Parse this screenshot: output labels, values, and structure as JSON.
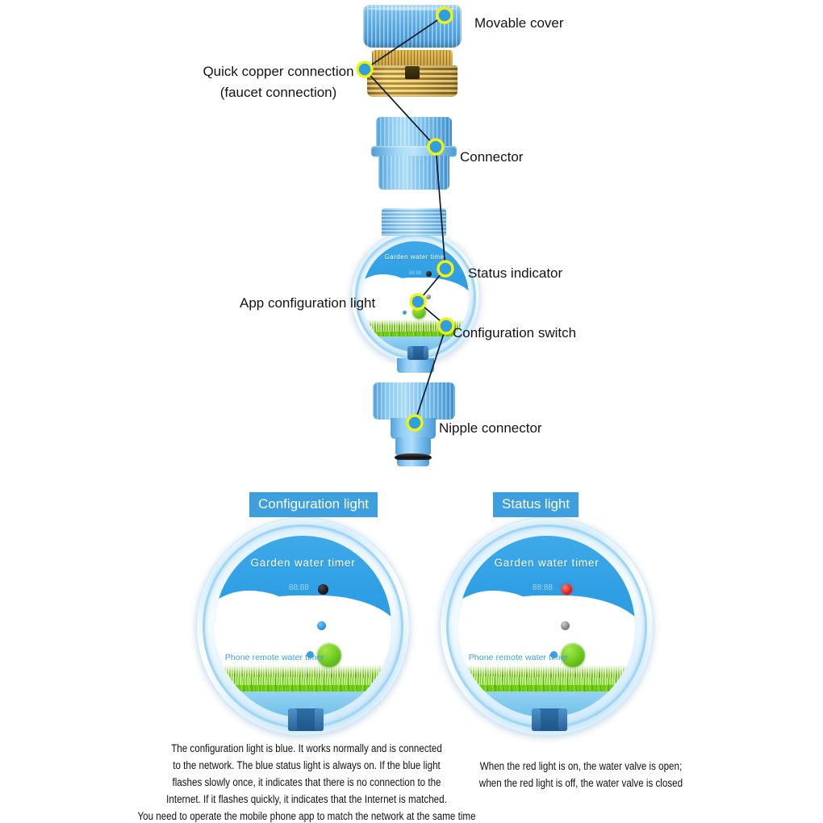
{
  "diagram": {
    "title_alt": "Garden water timer exploded parts diagram",
    "callouts": [
      {
        "id": "movable-cover",
        "label": "Movable cover"
      },
      {
        "id": "quick-copper",
        "label_line1": "Quick copper connection",
        "label_line2": "(faucet connection)"
      },
      {
        "id": "connector",
        "label": "Connector"
      },
      {
        "id": "status-indicator",
        "label": "Status indicator"
      },
      {
        "id": "app-config-light",
        "label": "App configuration light"
      },
      {
        "id": "config-switch",
        "label": "Configuration switch"
      },
      {
        "id": "nipple-connector",
        "label": "Nipple connector"
      }
    ],
    "device": {
      "brand": "Garden  water  timer",
      "subbrand": "Phone remote water timer",
      "lcd_hint": "88:88"
    }
  },
  "panels": [
    {
      "id": "configuration-light",
      "badge": "Configuration light",
      "status_led": "off-black",
      "config_led": "on-blue",
      "caption_lines": [
        "The configuration light is blue. It works normally and is connected",
        "to the network. The blue status light is always on. If the blue light",
        "flashes slowly once, it indicates that there is no connection to the",
        "Internet. If it flashes quickly, it indicates that the Internet is matched.",
        "You need to operate the mobile phone app to match the network at the same time"
      ]
    },
    {
      "id": "status-light",
      "badge": "Status light",
      "status_led": "on-red",
      "config_led": "off-gray",
      "caption_lines": [
        "When the red light is on, the water valve is open;",
        "when the red light is off, the water valve is closed"
      ]
    }
  ],
  "colors": {
    "accent_blue": "#3d9fe0",
    "sky_blue": "#2f9fe4",
    "grass_green": "#6ec90f",
    "button_green": "#6cc81c",
    "led_red": "#e81d12",
    "brass": "#cfa63c",
    "marker_yellow": "#f2f20c",
    "marker_fill": "#2e9fe0",
    "text": "#141414"
  }
}
